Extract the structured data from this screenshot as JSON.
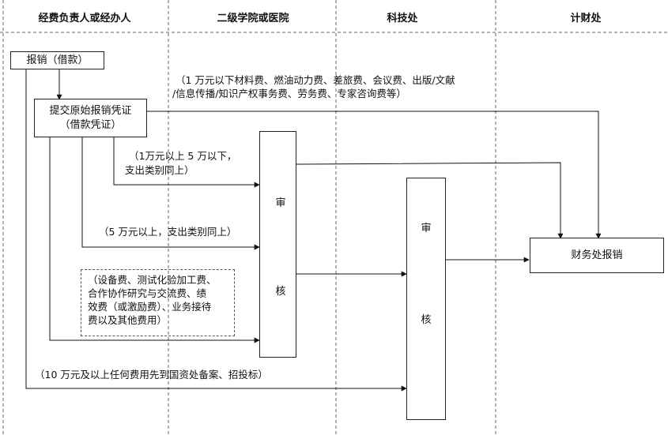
{
  "lanes": [
    {
      "id": "applicant",
      "title": "经费负责人或经办人"
    },
    {
      "id": "college",
      "title": "二级学院或医院"
    },
    {
      "id": "sci",
      "title": "科技处"
    },
    {
      "id": "finance",
      "title": "计财处"
    }
  ],
  "boxes": {
    "reimburse": "报销（借款）",
    "submit_line1": "提交原始报销凭证",
    "submit_line2": "（借款凭证）",
    "college_review_top": "审",
    "college_review_bottom": "核",
    "sci_review_top": "审",
    "sci_review_bottom": "核",
    "finance_reimburse": "财务处报销"
  },
  "notes": {
    "under_10k_line1": "（1 万元以下材料费、燃油动力费、差旅费、会议费、出版/文献",
    "under_10k_line2": "/信息传播/知识产权事务费、劳务费、专家咨询费等）",
    "10k_50k_line1": "（1万元以上 5 万以下，",
    "10k_50k_line2": "支出类别同上）",
    "over_50k": "（5 万元以上，支出类别同上）",
    "other_line1": "（设备费、测试化验加工费、",
    "other_line2": "合作协作研究与交流费、绩",
    "other_line3": "效费（或激励费）、业务接待",
    "other_line4": "费以及其他费用）",
    "over_100k": "（10 万元及以上任何费用先到国资处备案、招投标）"
  }
}
